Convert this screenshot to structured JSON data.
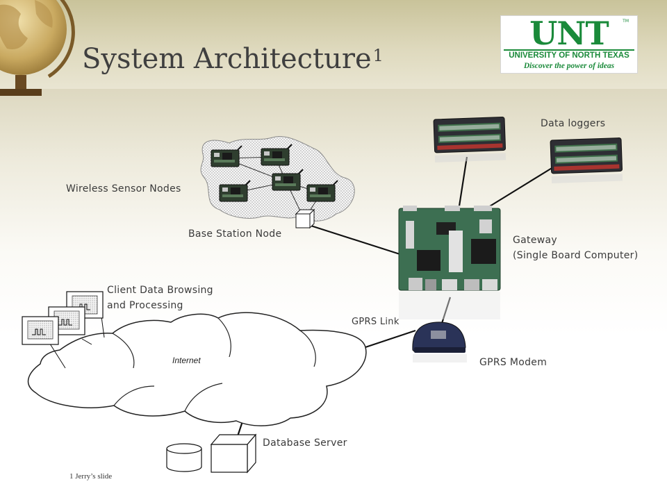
{
  "slide": {
    "title": "System Architecture",
    "title_superscript": "1",
    "footnote": "1 Jerry’s slide"
  },
  "logo": {
    "mark": "UNT",
    "trademark": "TM",
    "line1": "UNIVERSITY OF NORTH TEXAS",
    "line2": "Discover the power of ideas",
    "color": "#1a8a3a"
  },
  "labels": {
    "data_loggers": "Data loggers",
    "wireless_sensor_nodes": "Wireless Sensor Nodes",
    "base_station_node": "Base Station Node",
    "gateway_line1": "Gateway",
    "gateway_line2": "(Single Board Computer)",
    "client_line1": "Client Data Browsing",
    "client_line2": "and Processing",
    "gprs_link": "GPRS Link",
    "internet": "Internet",
    "gprs_modem": "GPRS Modem",
    "database_server": "Database Server"
  },
  "icons": [
    "globe-icon",
    "sensor-node-icon",
    "base-station-icon",
    "data-logger-icon",
    "gateway-board-icon",
    "gprs-modem-icon",
    "client-monitor-icon",
    "database-icon",
    "server-icon",
    "internet-cloud-icon"
  ]
}
